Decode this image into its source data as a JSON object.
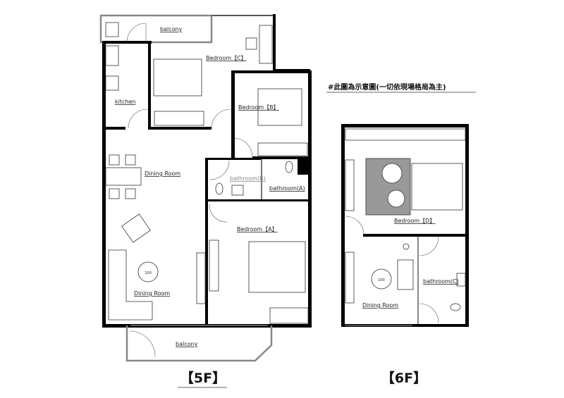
{
  "note": "#此圖為示意圖(一切依現場格局為主)",
  "floor_5f": {
    "title": "【5F】",
    "rooms": {
      "balcony_top": "balcony",
      "kitchen": "kitchen",
      "bedroom_c": "Bedroom【C】",
      "bedroom_b": "Bedroom【B】",
      "dining_upper": "Dining Room",
      "bathroom_b": "bathroom(B)",
      "bathroom_a": "bathroom(A)",
      "bedroom_a": "Bedroom【A】",
      "dining_lower": "Dining Room",
      "balcony_bottom": "balcony"
    },
    "table_label": "100"
  },
  "floor_6f": {
    "title": "【6F】",
    "rooms": {
      "bedroom_d": "Bedroom【D】",
      "dining": "Dining Room",
      "bathroom_c": "bathroom(C)"
    },
    "table_label": "100"
  }
}
